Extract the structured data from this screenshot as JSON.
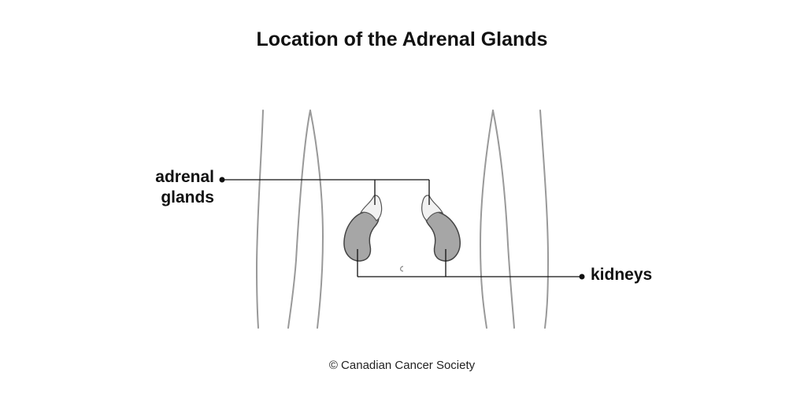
{
  "title": "Location of the Adrenal Glands",
  "labels": {
    "adrenal_glands": "adrenal glands",
    "kidneys": "kidneys"
  },
  "copyright": "© Canadian Cancer Society",
  "colors": {
    "body_outline": "#999999",
    "kidney_fill": "#a6a6a6",
    "kidney_outline": "#444444",
    "adrenal_fill": "#f2f2f2",
    "leader_line": "#111111"
  }
}
